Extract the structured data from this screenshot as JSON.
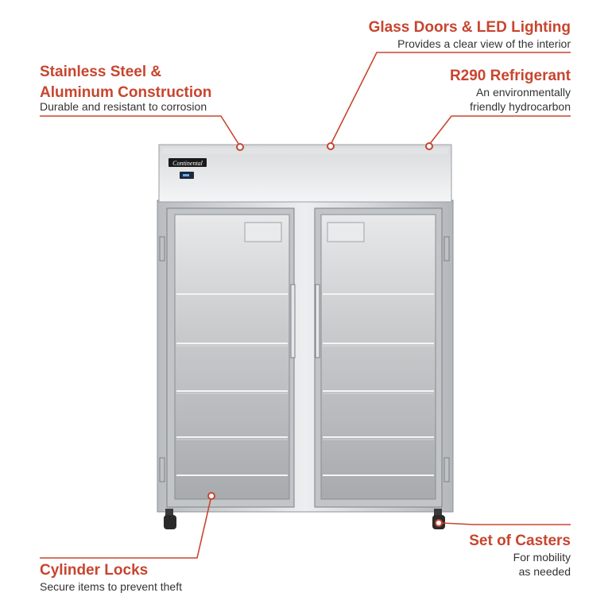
{
  "accent_color": "#c8452f",
  "brand_logo": "Continental",
  "callouts": {
    "stainless": {
      "title_line1": "Stainless Steel &",
      "title_line2": "Aluminum Construction",
      "desc": "Durable and resistant to corrosion"
    },
    "glass": {
      "title": "Glass Doors & LED Lighting",
      "desc": "Provides a clear view of the interior"
    },
    "r290": {
      "title": "R290 Refrigerant",
      "desc_line1": "An environmentally",
      "desc_line2": "friendly hydrocarbon"
    },
    "locks": {
      "title": "Cylinder Locks",
      "desc": "Secure items to prevent theft"
    },
    "casters": {
      "title": "Set of Casters",
      "desc_line1": "For mobility",
      "desc_line2": "as needed"
    }
  }
}
